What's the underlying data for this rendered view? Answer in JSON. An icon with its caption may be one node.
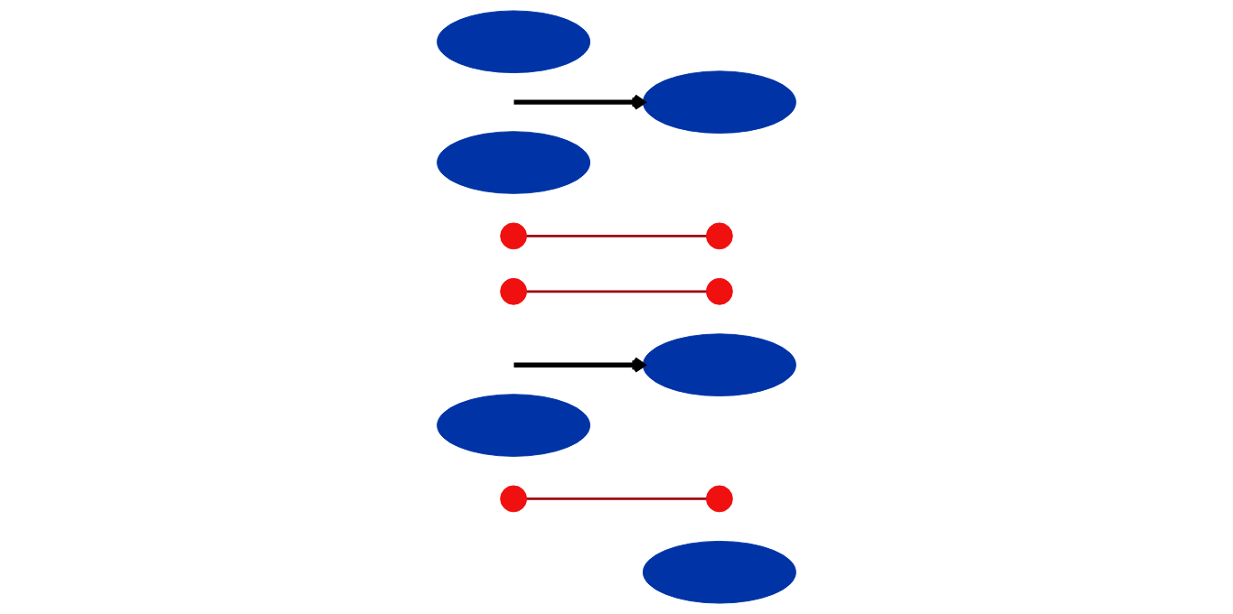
{
  "diagram": {
    "nodes": [
      {
        "text": [],
        "shape": "ellipse"
      },
      {
        "text": [],
        "shape": "circle"
      },
      {
        "text": [],
        "shape": "ellipse"
      },
      {
        "text": [],
        "shape": "circle"
      },
      {
        "text": [],
        "shape": "ellipse"
      },
      {
        "text": [],
        "shape": "circle"
      },
      {
        "text": [],
        "shape": "circle"
      },
      {
        "text": [],
        "shape": "ellipse"
      },
      {
        "text": [],
        "shape": "circle"
      },
      {
        "text": [],
        "shape": "circle"
      },
      {
        "text": [],
        "shape": "ellipse"
      },
      {
        "text": [],
        "shape": "ellipse"
      }
    ],
    "edges": [
      {
        "from": 1,
        "to": 3,
        "arrow": "none"
      },
      {
        "from": 5,
        "to": 8,
        "arrow": "none"
      },
      {
        "from": 6,
        "to": 9,
        "arrow": "none"
      },
      {
        "from": null,
        "to": 4,
        "arrow": "to",
        "color": "#000000",
        "style": "thick"
      },
      {
        "from": null,
        "to": 10,
        "arrow": "to",
        "color": "#000000",
        "style": "thick"
      }
    ]
  }
}
